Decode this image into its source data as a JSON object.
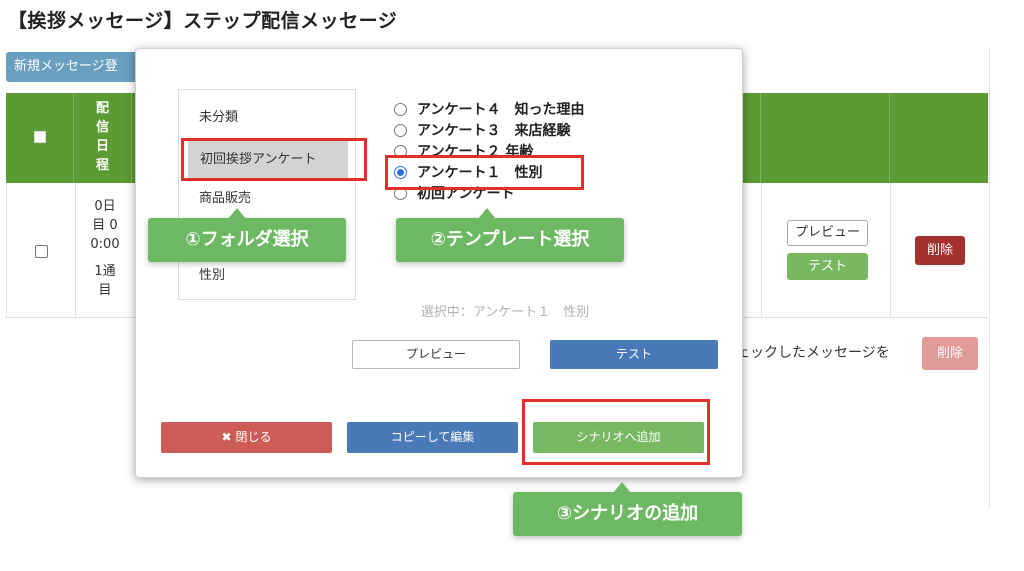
{
  "page": {
    "title": "【挨拶メッセージ】ステップ配信メッセージ",
    "new_message_button": "新規メッセージ登"
  },
  "table": {
    "header_date": [
      "配",
      "信",
      "日",
      "程"
    ],
    "row": {
      "date_lines": [
        "0日",
        "目 0",
        "0:00",
        "1通",
        "目"
      ],
      "preview_label": "プレビュー",
      "test_label": "テスト",
      "delete_label": "削除"
    }
  },
  "bulk": {
    "text": "ェックしたメッセージを",
    "delete_label": "削除"
  },
  "modal": {
    "folders": [
      {
        "label": "未分類",
        "selected": false
      },
      {
        "label": "初回挨拶アンケート",
        "selected": true
      },
      {
        "label": "商品販売",
        "selected": false
      },
      {
        "label": "",
        "selected": false
      },
      {
        "label": "性別",
        "selected": false
      }
    ],
    "templates": [
      {
        "label": "アンケート４　知った理由",
        "checked": false
      },
      {
        "label": "アンケート３　来店経験",
        "checked": false
      },
      {
        "label": "アンケート２ 年齢",
        "checked": false
      },
      {
        "label": "アンケート１　性別",
        "checked": true
      },
      {
        "label": "初回アンケート",
        "checked": false
      }
    ],
    "selected_text": "選択中：アンケート１　性別",
    "preview_label": "プレビュー",
    "test_label": "テスト",
    "close_label": "閉じる",
    "copy_edit_label": "コピーして編集",
    "add_scenario_label": "シナリオへ追加"
  },
  "callouts": {
    "step1": "①フォルダ選択",
    "step2": "②テンプレート選択",
    "step3": "③シナリオの追加"
  },
  "colors": {
    "table_header": "#5c9a34",
    "highlight": "#e0302c",
    "callout": "#6db863",
    "blue_button": "#4a79b8",
    "red_button": "#cd5c57",
    "green_button": "#79b862"
  }
}
